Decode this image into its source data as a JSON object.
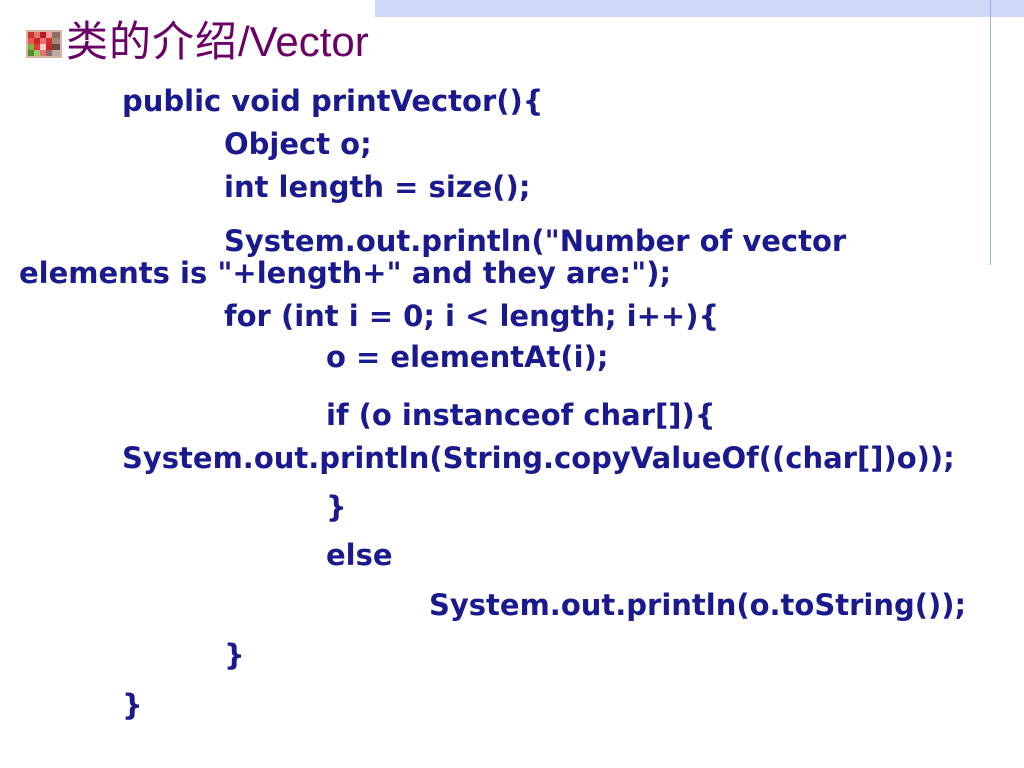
{
  "slide": {
    "title_cn": "类的介绍",
    "title_en": "/Vector",
    "code_lines": [
      "public void printVector(){",
      "Object o;",
      "int length = size();",
      "System.out.println(\"Number of vector",
      "elements is \"+length+\" and they are:\");",
      "for (int i = 0; i < length; i++){",
      "o = elementAt(i);",
      "if (o instanceof char[]){",
      "System.out.println(String.copyValueOf((char[])o));",
      "}",
      "else",
      "System.out.println(o.toString());",
      "}",
      "}"
    ]
  },
  "colors": {
    "title": "#6a0066",
    "code": "#1a1a8e",
    "band": "#cfd9f7"
  },
  "icons": {
    "bullet": "mosaic-flower-icon"
  }
}
